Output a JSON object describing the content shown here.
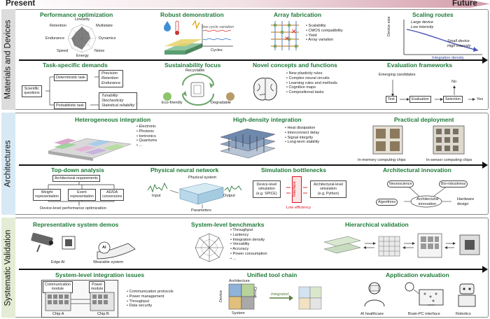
{
  "timeline": {
    "left": "Present",
    "right": "Future"
  },
  "sections": {
    "materials": {
      "label": "Materials and Devices",
      "color": "#dcdcdc"
    },
    "architectures": {
      "label": "Architectures",
      "color": "#d7e9f4"
    },
    "validation": {
      "label": "Systematic Validation",
      "color": "#e5ecd5"
    }
  },
  "perf": {
    "title": "Performance optimization",
    "axes": [
      "Linearity",
      "Multistate",
      "Dynamics",
      "Noise",
      "Energy",
      "Speed",
      "Endurance",
      "Retention"
    ]
  },
  "robust": {
    "title": "Robust demonstration",
    "note": "low cycle variation",
    "xlabel": "Cycles"
  },
  "array": {
    "title": "Array fabrication",
    "bullets": [
      "Scalability",
      "CMOS compatibility",
      "Yield",
      "Array variation"
    ]
  },
  "scaling": {
    "title": "Scaling routes",
    "upper": [
      "Large device",
      "Low intensity"
    ],
    "lower": [
      "Small device",
      "High intensity"
    ],
    "ylabel": "Device size",
    "xlabel": "Integration density"
  },
  "task": {
    "title": "Task-specific demands",
    "root": [
      "Scientific",
      "questions"
    ],
    "det": "Deterministic task",
    "prob": "Probabilistic task",
    "det_items": [
      "Precision",
      "Retention",
      "Endurance"
    ],
    "prob_items": [
      "Tunability",
      "Stochasticity",
      "Statistical reliability"
    ],
    "ellipsis": "..."
  },
  "sustain": {
    "title": "Sustainability focus",
    "recyclable": "Recyclable",
    "eco": "Eco-friendly",
    "degradable": "Degradable"
  },
  "novel": {
    "title": "Novel concepts and functions",
    "bullets": [
      "New plasticity rules",
      "Complex neural circuits",
      "Learning rules and methods",
      "Cognitive maps",
      "Compositional tasks"
    ]
  },
  "evalfw": {
    "title": "Evaluation frameworks",
    "emerging": "Emerging candidates",
    "no": "No",
    "test": "Test",
    "evaluation": "Evaluation",
    "selection": "Selection",
    "yes": "Yes"
  },
  "hetero": {
    "title": "Heterogeneous integration",
    "bullets": [
      "Electronic",
      "Photonic",
      "Iontronics",
      "Quantums",
      "..."
    ]
  },
  "highdens": {
    "title": "High-density integration",
    "bullets": [
      "Heat dissipation",
      "Interconnect delay",
      "Signal integrity",
      "Long-term stability"
    ]
  },
  "practical": {
    "title": "Practical deployment",
    "cap1": "In-memory computing chips",
    "cap2": "In-sensor computing chips"
  },
  "topdown": {
    "title": "Top-down analysis",
    "arch": "Architectural requirements",
    "weight": [
      "Weight",
      "representation"
    ],
    "event": [
      "Event",
      "representation"
    ],
    "adda": [
      "AD/DA",
      "conversions"
    ],
    "device": "Device-level performance optimization"
  },
  "pnn": {
    "title": "Physical neural network",
    "system": "Physical system",
    "input": "Input",
    "output": "Output",
    "params": "Parameters"
  },
  "simbot": {
    "title": "Simulation bottlenecks",
    "dev": [
      "Device-level",
      "simulation",
      "(e.g. SPICE)"
    ],
    "archsim": [
      "Architectural-level",
      "simulation",
      "(e.g. Python)"
    ],
    "interface": "Interface",
    "low": "Low efficiency"
  },
  "archinn": {
    "title": "Architectural innovation",
    "neuro": "Neuroscience",
    "bio": "Bio-robustness",
    "algo": "Algorithms",
    "center": [
      "Architectural",
      "innovation"
    ],
    "hw": [
      "Hardware",
      "design"
    ]
  },
  "demos": {
    "title": "Representative system demos",
    "edge": "Edge AI",
    "wear": "Wearable system",
    "ai": "AI"
  },
  "bench": {
    "title": "System-level benchmarks",
    "bullets": [
      "Throughput",
      "Lantency",
      "Integration density",
      "Versatility",
      "Accuracy",
      "Power consumption",
      "..."
    ]
  },
  "hier": {
    "title": "Hierarchical validation"
  },
  "sysint": {
    "title": "System-level integration issues",
    "comm": [
      "Communication",
      "module"
    ],
    "power": [
      "Power",
      "module"
    ],
    "chipa": "Chip A",
    "chipb": "Chip B",
    "bullets": [
      "Communication protocols",
      "Power management",
      "Throughput",
      "Data security"
    ]
  },
  "tool": {
    "title": "Unified tool chain",
    "arch": "Architecture",
    "device": "Device",
    "circuit": "Circuit",
    "system": "System",
    "integrated": "Integrated"
  },
  "appeval": {
    "title": "Application evaluation",
    "health": "AI healthcare",
    "bpc": "Brain-PC interface",
    "robot": "Robotics"
  }
}
